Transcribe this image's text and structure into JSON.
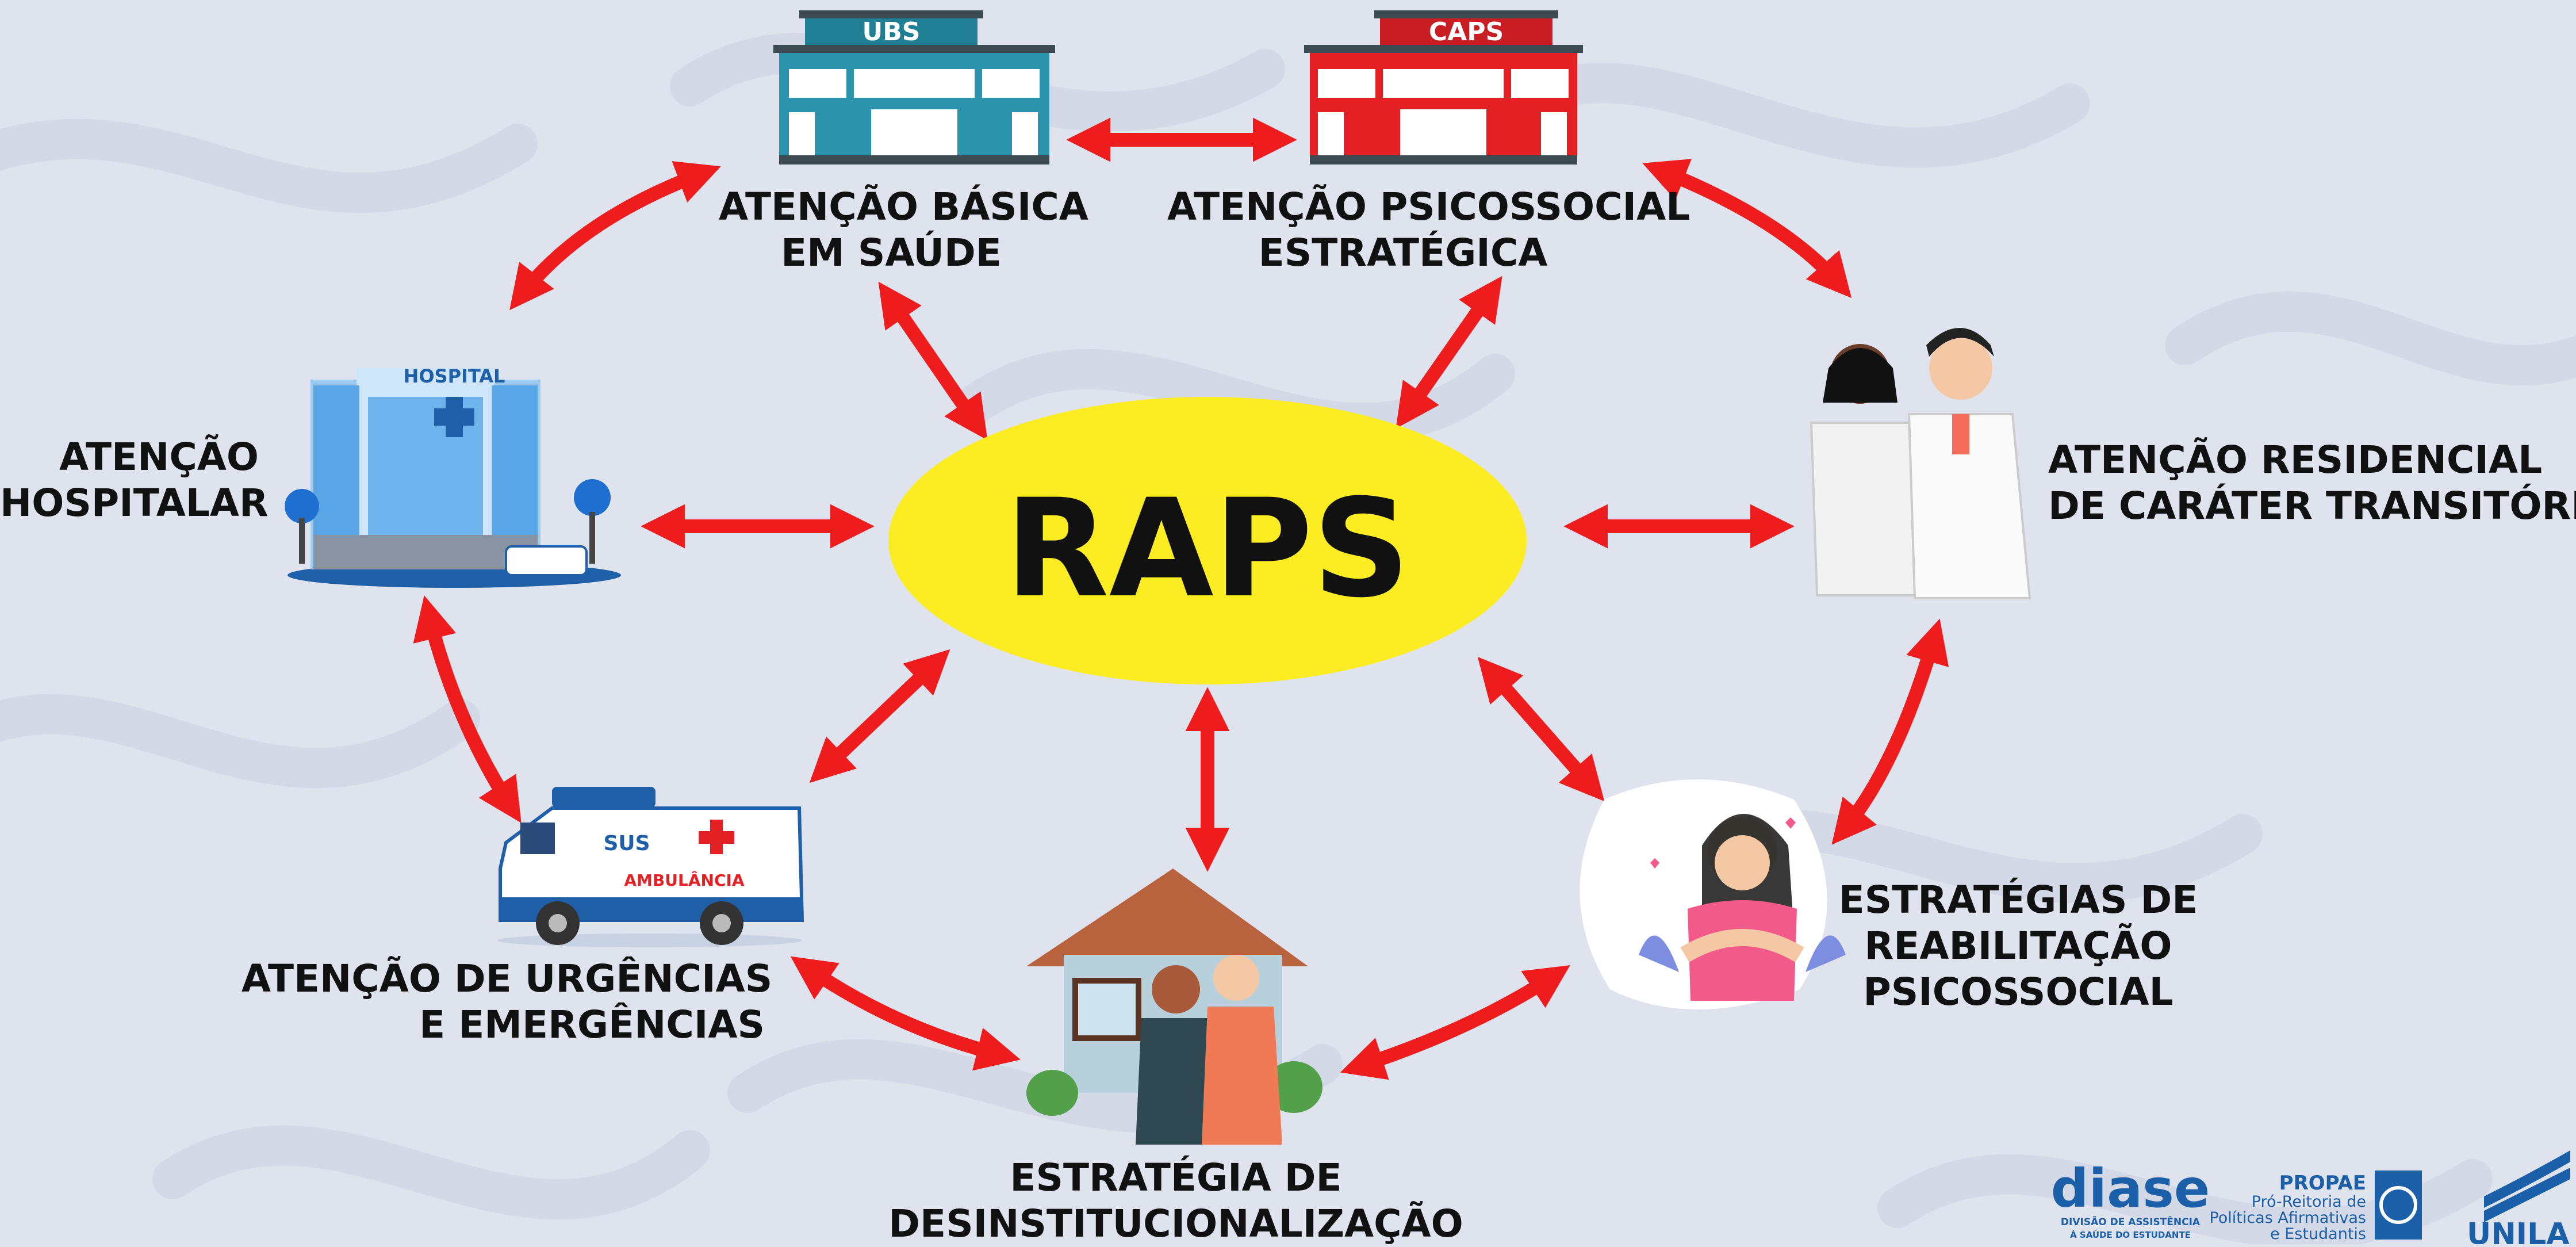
{
  "center": {
    "title": "RAPS"
  },
  "buildings": {
    "ubs_sign": "UBS",
    "caps_sign": "CAPS",
    "hospital_sign": "HOSPITAL"
  },
  "ambulance": {
    "sus_text": "SUS",
    "side_text": "AMBULÂNCIA"
  },
  "nodes": {
    "atencao_basica": [
      "ATENÇÃO BÁSICA",
      "EM SAÚDE"
    ],
    "atencao_psicossocial": [
      "ATENÇÃO PSICOSSOCIAL",
      "ESTRATÉGICA"
    ],
    "atencao_hospitalar": [
      "ATENÇÃO",
      "HOSPITALAR"
    ],
    "atencao_residencial": [
      "ATENÇÃO RESIDENCIAL",
      "DE CARÁTER TRANSITÓRIO"
    ],
    "urgencias": [
      "ATENÇÃO DE URGÊNCIAS",
      "E EMERGÊNCIAS"
    ],
    "desinstitucionalizacao": [
      "ESTRATÉGIA DE",
      "DESINSTITUCIONALIZAÇÃO"
    ],
    "reabilitacao": [
      "ESTRATÉGIAS DE",
      "REABILITAÇÃO",
      "PSICOSSOCIAL"
    ]
  },
  "logos": {
    "diase": "diase",
    "diase_sub1": "DIVISÃO DE ASSISTÊNCIA",
    "diase_sub2": "À SAÚDE DO ESTUDANTE",
    "propae": "PROPAE",
    "propae_sub1": "Pró-Reitoria de",
    "propae_sub2": "Políticas Afirmativas",
    "propae_sub3": "e Estudantis",
    "unila": "UNILA"
  },
  "colors": {
    "background": "#dfe3ee",
    "arrow": "#ee1c1c",
    "center_fill": "#fbed21",
    "ubs": "#1f7f95",
    "caps": "#e52024"
  }
}
